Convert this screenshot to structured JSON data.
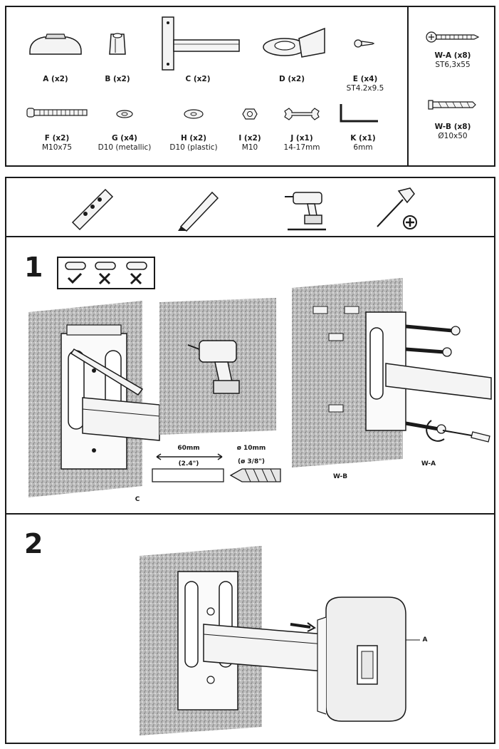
{
  "parts": [
    {
      "id": "a",
      "label": "A (x2)",
      "spec": ""
    },
    {
      "id": "b",
      "label": "B (x2)",
      "spec": ""
    },
    {
      "id": "c",
      "label": "C (x2)",
      "spec": ""
    },
    {
      "id": "d",
      "label": "D (x2)",
      "spec": ""
    },
    {
      "id": "e",
      "label": "E (x4)",
      "spec": "ST4.2x9.5"
    },
    {
      "id": "f",
      "label": "F (x2)",
      "spec": "M10x75"
    },
    {
      "id": "g",
      "label": "G (x4)",
      "spec": "D10 (metallic)"
    },
    {
      "id": "h",
      "label": "H (x2)",
      "spec": "D10 (plastic)"
    },
    {
      "id": "i",
      "label": "I (x2)",
      "spec": "M10"
    },
    {
      "id": "j",
      "label": "J (x1)",
      "spec": "14-17mm"
    },
    {
      "id": "k",
      "label": "K (x1)",
      "spec": "6mm"
    }
  ],
  "wall_kit": [
    {
      "id": "wa",
      "label": "W-A (x8)",
      "spec": "ST6,3x55"
    },
    {
      "id": "wb",
      "label": "W-B (x8)",
      "spec": "Ø10x50"
    }
  ],
  "tools": [
    "spirit-level-icon",
    "pencil-icon",
    "drill-icon",
    "phillips-screwdriver-icon"
  ],
  "step1": {
    "number": "1",
    "drill_depth": "60mm",
    "drill_depth_in": "(2.4\")",
    "drill_diameter": "ø 10mm",
    "drill_diameter_in": "(ø 3/8\")",
    "callout_c": "C",
    "callout_wb": "W-B",
    "callout_wa": "W-A"
  },
  "step2": {
    "number": "2",
    "callout_a": "A"
  }
}
